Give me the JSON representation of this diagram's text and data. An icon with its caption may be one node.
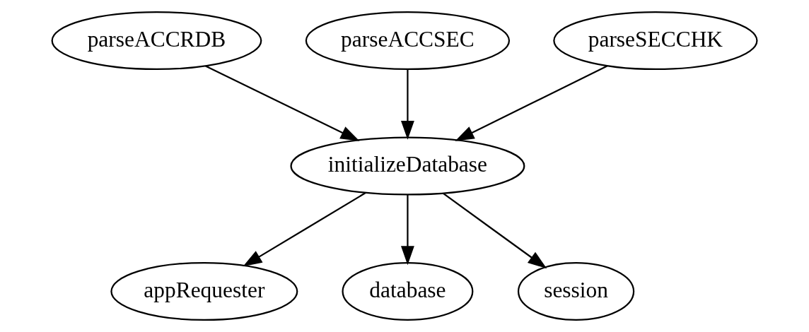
{
  "diagram": {
    "nodes": [
      {
        "text": [
          "parseACCRDB"
        ]
      },
      {
        "text": [
          "parseACCSEC"
        ]
      },
      {
        "text": [
          "parseSECCHK"
        ]
      },
      {
        "text": [
          "initializeDatabase"
        ]
      },
      {
        "text": [
          "appRequester"
        ]
      },
      {
        "text": [
          "database"
        ]
      },
      {
        "text": [
          "session"
        ]
      }
    ],
    "edges": [
      {
        "from": 0,
        "to": 3,
        "arrow": "to"
      },
      {
        "from": 1,
        "to": 3,
        "arrow": "to"
      },
      {
        "from": 2,
        "to": 3,
        "arrow": "to"
      },
      {
        "from": 3,
        "to": 4,
        "arrow": "to"
      },
      {
        "from": 3,
        "to": 5,
        "arrow": "to"
      },
      {
        "from": 3,
        "to": 6,
        "arrow": "to"
      }
    ]
  }
}
